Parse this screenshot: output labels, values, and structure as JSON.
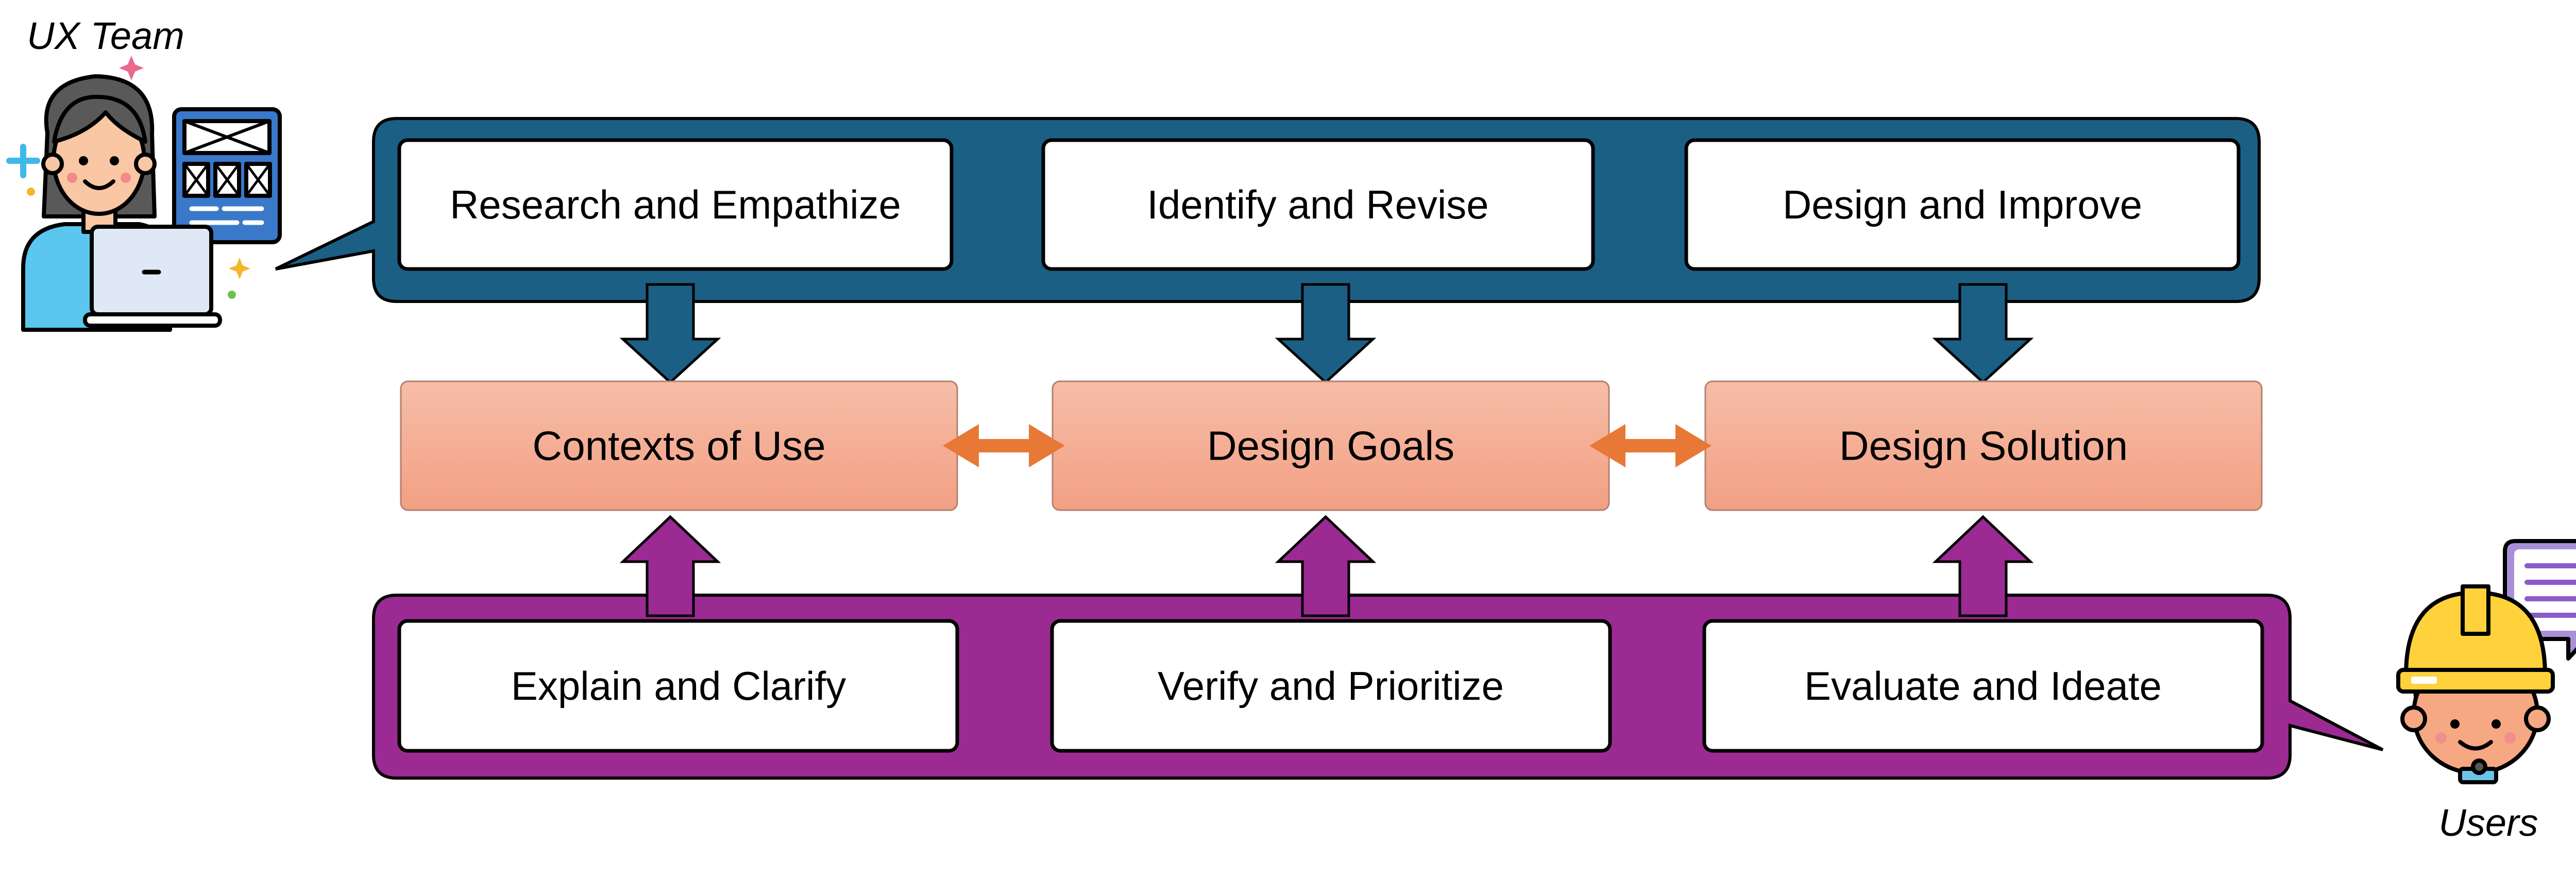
{
  "actors": {
    "ux_team": {
      "label": "UX Team",
      "icon": "designer-with-laptop-icon"
    },
    "users": {
      "label": "Users",
      "icon": "worker-with-hard-hat-icon"
    }
  },
  "top_steps": [
    {
      "label": "Research and Empathize"
    },
    {
      "label": "Identify and Revise"
    },
    {
      "label": "Design and Improve"
    }
  ],
  "goals": [
    {
      "label": "Contexts of Use"
    },
    {
      "label": "Design Goals"
    },
    {
      "label": "Design Solution"
    }
  ],
  "bottom_steps": [
    {
      "label": "Explain and Clarify"
    },
    {
      "label": "Verify and Prioritize"
    },
    {
      "label": "Evaluate and Ideate"
    }
  ],
  "colors": {
    "top_band": "#1b5f84",
    "bottom_band": "#9b2a93",
    "goal_top": "#f6bda8",
    "goal_bottom": "#f2a083",
    "exchange_arrow": "#e87836",
    "box_fill": "#ffffff",
    "outline": "#000000"
  }
}
